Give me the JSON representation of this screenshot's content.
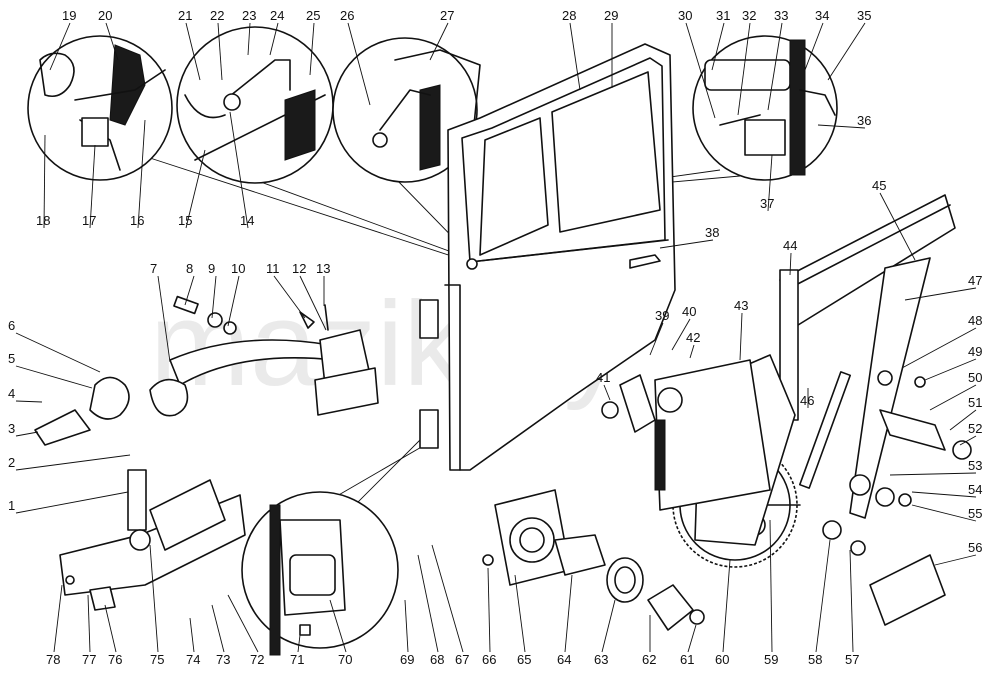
{
  "watermark": "mazik.by",
  "callouts": [
    "1",
    "2",
    "3",
    "4",
    "5",
    "6",
    "7",
    "8",
    "9",
    "10",
    "11",
    "12",
    "13",
    "14",
    "15",
    "16",
    "17",
    "18",
    "19",
    "20",
    "21",
    "22",
    "23",
    "24",
    "25",
    "26",
    "27",
    "28",
    "29",
    "30",
    "31",
    "32",
    "33",
    "34",
    "35",
    "36",
    "37",
    "38",
    "39",
    "40",
    "41",
    "42",
    "43",
    "44",
    "45",
    "46",
    "47",
    "48",
    "49",
    "50",
    "51",
    "52",
    "53",
    "54",
    "55",
    "56",
    "57",
    "58",
    "59",
    "60",
    "61",
    "62",
    "63",
    "64",
    "65",
    "66",
    "67",
    "68",
    "69",
    "70",
    "71",
    "72",
    "73",
    "74",
    "75",
    "76",
    "77",
    "78"
  ]
}
